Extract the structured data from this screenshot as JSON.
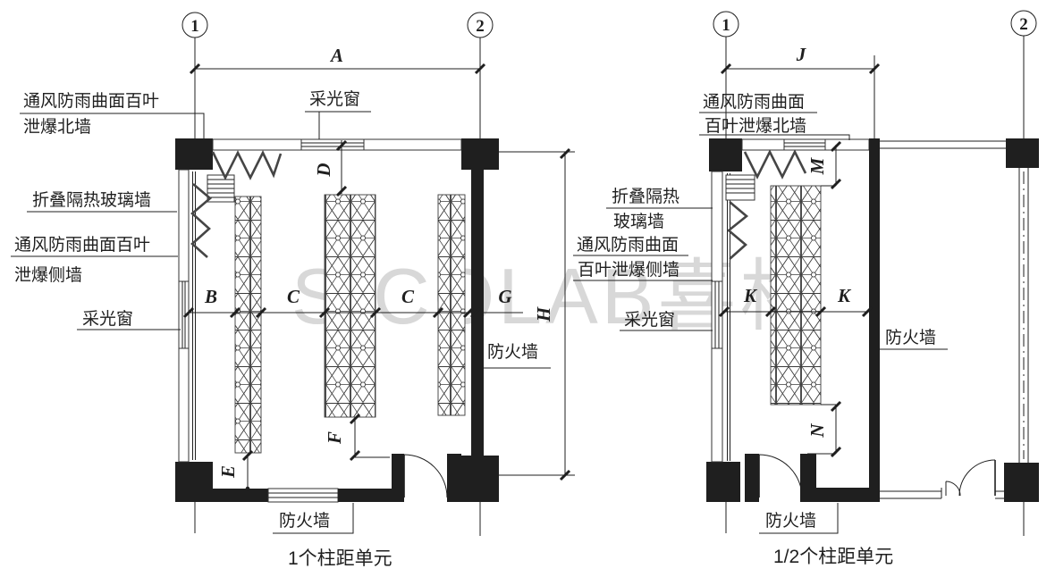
{
  "colors": {
    "ink": "#1f1f1f",
    "hatch": "#4c4c4c",
    "watermark": "#d8d8d8",
    "background": "#ffffff"
  },
  "watermark": {
    "text": "SICOLAB喜格"
  },
  "left": {
    "caption": "1个柱距单元",
    "grid": {
      "g1": "1",
      "g2": "2"
    },
    "labels": {
      "north1": "通风防雨曲面百叶",
      "north2": "泄爆北墙",
      "glass": "折叠隔热玻璃墙",
      "side1": "通风防雨曲面百叶",
      "side2": "泄爆侧墙",
      "window_side": "采光窗",
      "window_top": "采光窗",
      "firewall_right": "防火墙",
      "firewall_bottom": "防火墙"
    },
    "dims": {
      "A": "A",
      "B": "B",
      "C1": "C",
      "C2": "C",
      "D": "D",
      "E": "E",
      "F": "F",
      "G": "G",
      "H": "H"
    }
  },
  "right": {
    "caption": "1/2个柱距单元",
    "grid": {
      "g1": "1",
      "g2": "2"
    },
    "labels": {
      "north1": "通风防雨曲面",
      "north2": "百叶泄爆北墙",
      "glass1": "折叠隔热",
      "glass2": "玻璃墙",
      "side1": "通风防雨曲面",
      "side2": "百叶泄爆侧墙",
      "window_side": "采光窗",
      "firewall_mid": "防火墙",
      "firewall_bottom": "防火墙"
    },
    "dims": {
      "J": "J",
      "K1": "K",
      "K2": "K",
      "M": "M",
      "N": "N"
    }
  }
}
